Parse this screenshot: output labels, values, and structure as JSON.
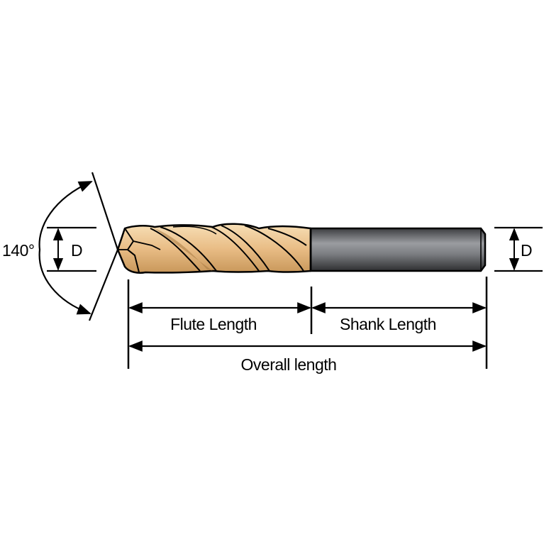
{
  "labels": {
    "angle": "140°",
    "diameter_left": "D",
    "diameter_right": "D",
    "flute_length": "Flute Length",
    "shank_length": "Shank Length",
    "overall_length": "Overall length"
  },
  "colors": {
    "flute_body": "#ecc48e",
    "flute_light": "#f6ddb4",
    "flute_dark": "#a87a42",
    "shank": "#8a8c90",
    "outline": "#000000"
  }
}
